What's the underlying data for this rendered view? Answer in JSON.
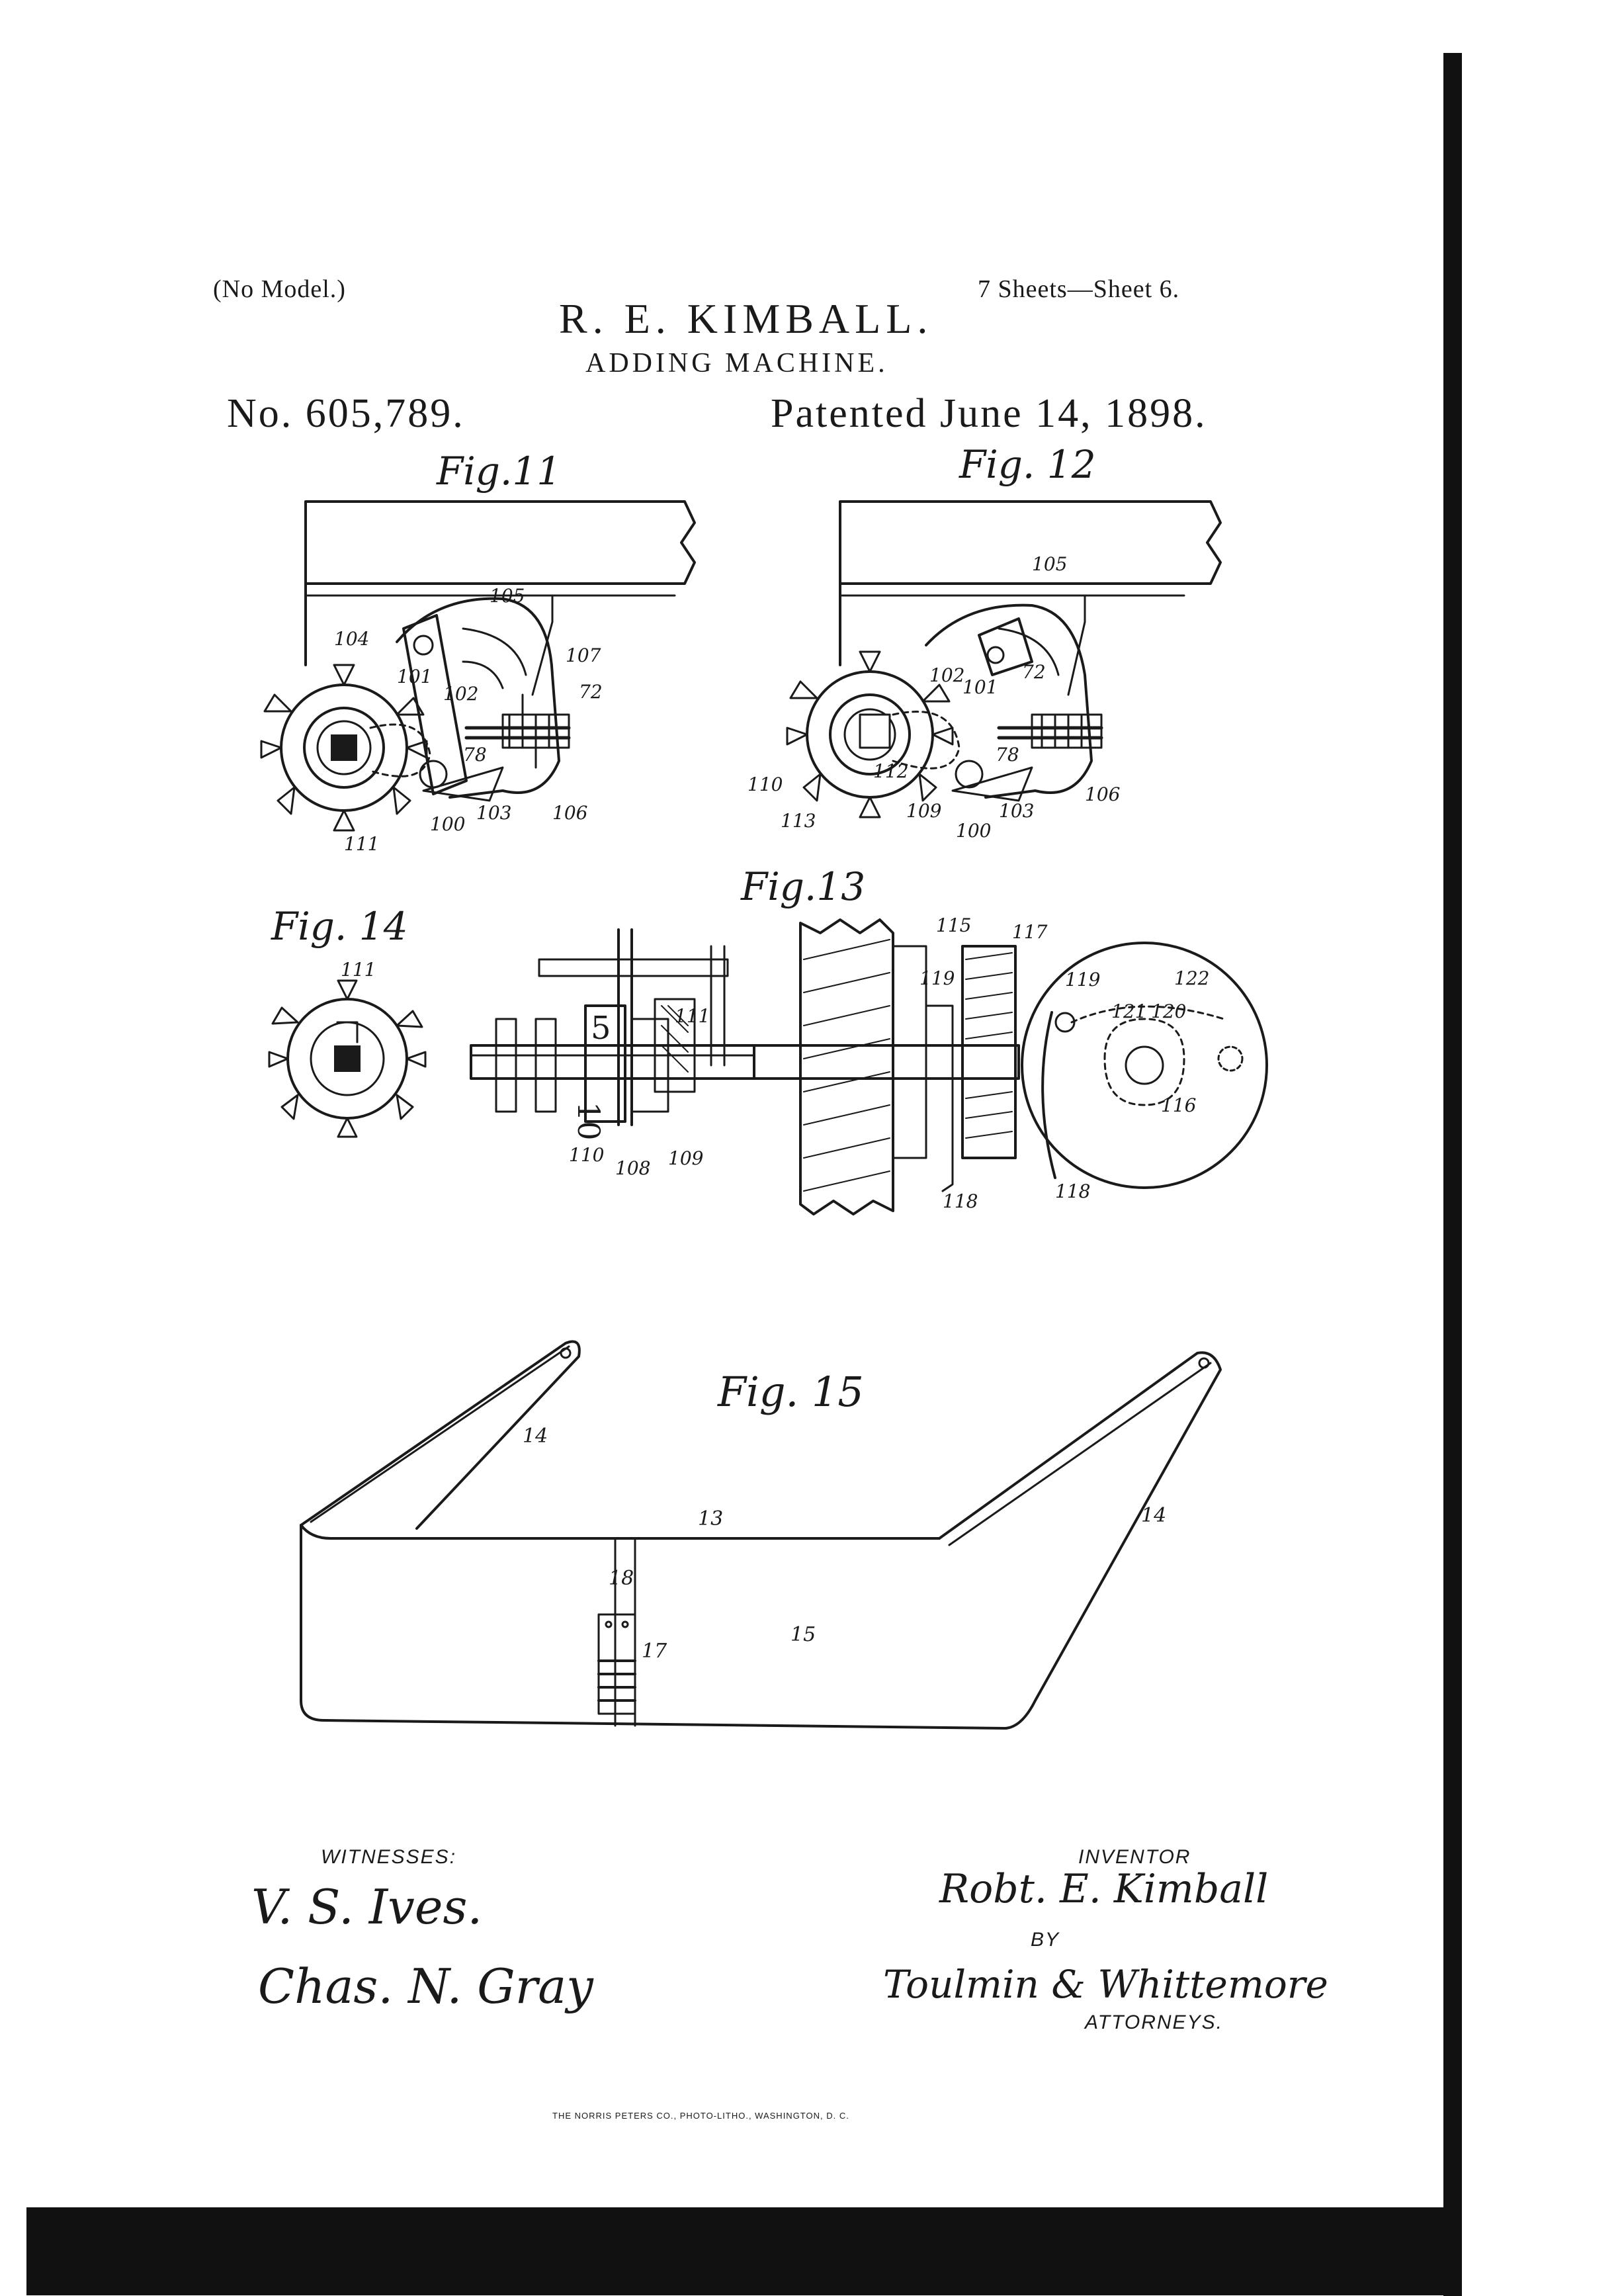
{
  "header": {
    "model_note": "(No Model.)",
    "sheets": "7 Sheets—Sheet 6.",
    "inventor_name": "R. E. KIMBALL.",
    "title": "ADDING MACHINE.",
    "patent_number": "No. 605,789.",
    "patent_date": "Patented June 14, 1898."
  },
  "figures": {
    "fig11": {
      "caption": "Fig.11",
      "refs": [
        "104",
        "105",
        "107",
        "72",
        "101",
        "102",
        "78",
        "111",
        "100",
        "103",
        "106"
      ]
    },
    "fig12": {
      "caption": "Fig. 12",
      "refs": [
        "105",
        "102",
        "101",
        "72",
        "78",
        "110",
        "112",
        "113",
        "109",
        "100",
        "103",
        "106"
      ]
    },
    "fig13": {
      "caption": "Fig.13",
      "refs": [
        "111",
        "110",
        "108",
        "109",
        "115",
        "117",
        "119",
        "118",
        "119",
        "122",
        "121",
        "120",
        "116",
        "118"
      ],
      "dial_digits": [
        "5",
        "10"
      ]
    },
    "fig14": {
      "caption": "Fig. 14",
      "refs": [
        "111"
      ]
    },
    "fig15": {
      "caption": "Fig. 15",
      "refs": [
        "14",
        "14",
        "13",
        "18",
        "15",
        "17"
      ]
    }
  },
  "signatures": {
    "witnesses_label": "WITNESSES:",
    "witness1": "V. S. Ives.",
    "witness2": "Chas. N. Gray",
    "inventor_label": "INVENTOR",
    "inventor_signature": "Robt. E. Kimball",
    "by_label": "BY",
    "attorney_signature": "Toulmin & Whittemore",
    "attorneys_label": "ATTORNEYS."
  },
  "footer": {
    "printer": "THE NORRIS PETERS CO., PHOTO-LITHO., WASHINGTON, D. C."
  }
}
